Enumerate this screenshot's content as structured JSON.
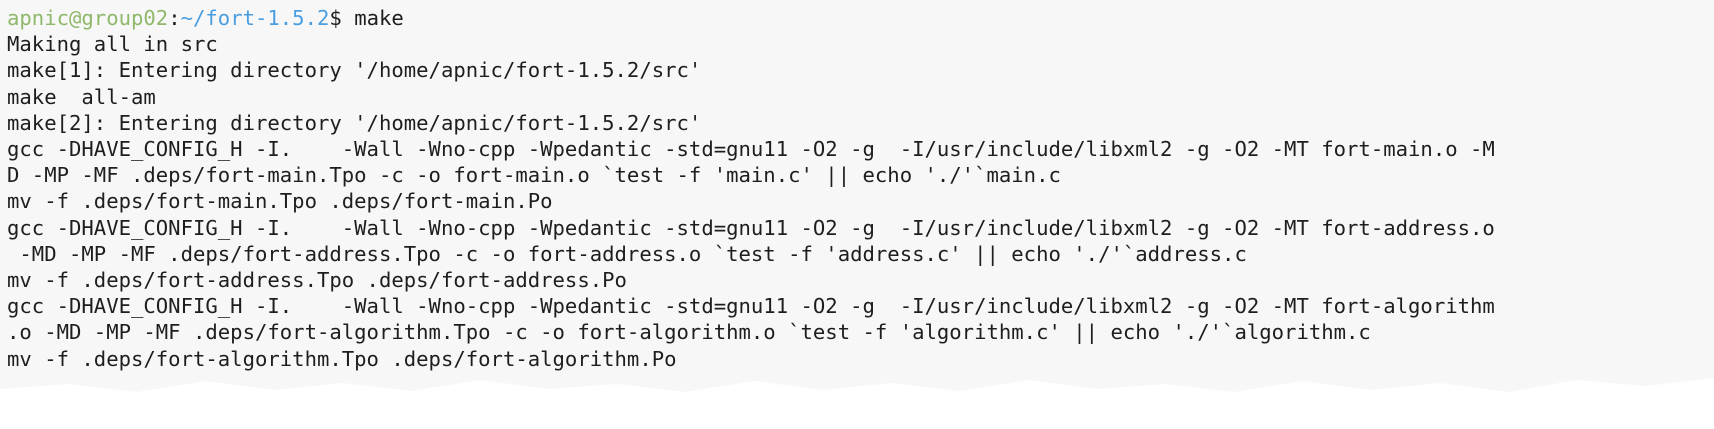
{
  "prompt": {
    "user_host": "apnic@group02",
    "separator": ":",
    "cwd": "~/fort-1.5.2",
    "symbol": "$",
    "command": " make"
  },
  "output_lines": [
    "Making all in src",
    "make[1]: Entering directory '/home/apnic/fort-1.5.2/src'",
    "make  all-am",
    "make[2]: Entering directory '/home/apnic/fort-1.5.2/src'",
    "gcc -DHAVE_CONFIG_H -I.    -Wall -Wno-cpp -Wpedantic -std=gnu11 -O2 -g  -I/usr/include/libxml2 -g -O2 -MT fort-main.o -M",
    "D -MP -MF .deps/fort-main.Tpo -c -o fort-main.o `test -f 'main.c' || echo './'`main.c",
    "mv -f .deps/fort-main.Tpo .deps/fort-main.Po",
    "gcc -DHAVE_CONFIG_H -I.    -Wall -Wno-cpp -Wpedantic -std=gnu11 -O2 -g  -I/usr/include/libxml2 -g -O2 -MT fort-address.o",
    " -MD -MP -MF .deps/fort-address.Tpo -c -o fort-address.o `test -f 'address.c' || echo './'`address.c",
    "mv -f .deps/fort-address.Tpo .deps/fort-address.Po",
    "gcc -DHAVE_CONFIG_H -I.    -Wall -Wno-cpp -Wpedantic -std=gnu11 -O2 -g  -I/usr/include/libxml2 -g -O2 -MT fort-algorithm",
    ".o -MD -MP -MF .deps/fort-algorithm.Tpo -c -o fort-algorithm.o `test -f 'algorithm.c' || echo './'`algorithm.c",
    "mv -f .deps/fort-algorithm.Tpo .deps/fort-algorithm.Po"
  ],
  "colors": {
    "user_host": "#8fb86a",
    "cwd": "#4a9ee0",
    "text": "#1e1e1e",
    "background": "#f7f7f7"
  }
}
